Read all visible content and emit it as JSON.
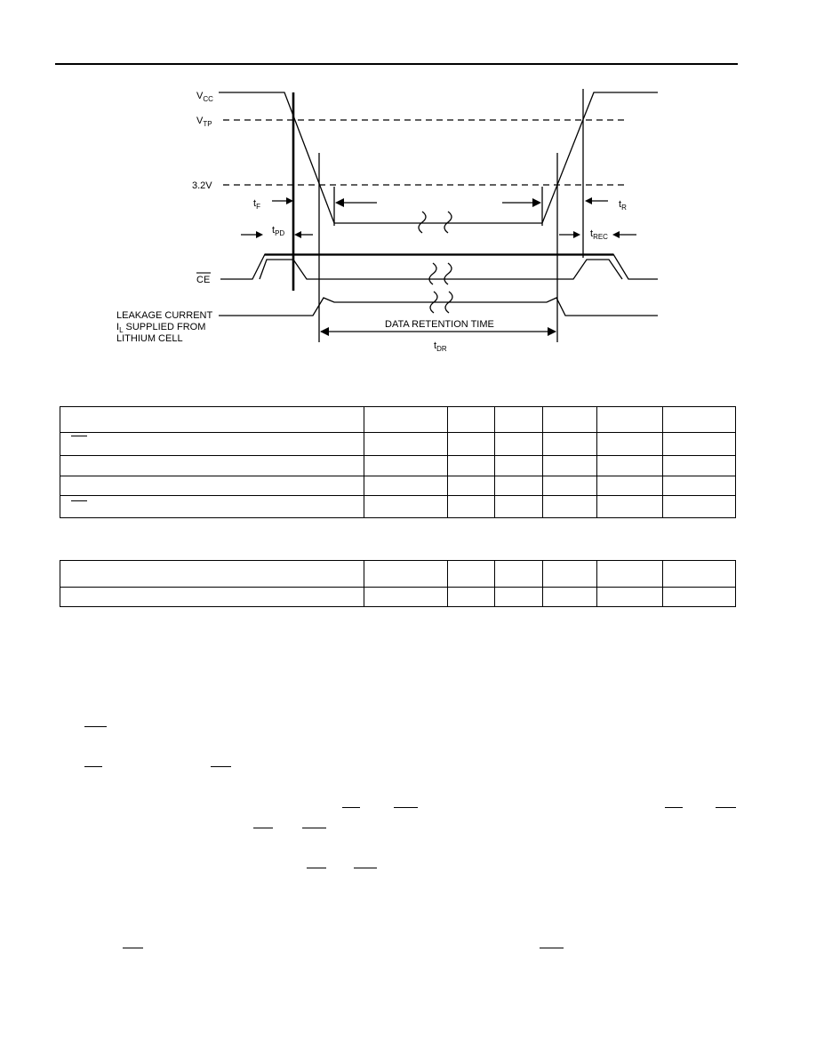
{
  "timing_diagram": {
    "labels": {
      "vcc": {
        "main": "V",
        "sub": "CC"
      },
      "vtp": {
        "main": "V",
        "sub": "TP"
      },
      "v32": "3.2V",
      "tf": {
        "main": "t",
        "sub": "F"
      },
      "tr": {
        "main": "t",
        "sub": "R"
      },
      "tpd": {
        "main": "t",
        "sub": "PD"
      },
      "trec": {
        "main": "t",
        "sub": "REC"
      },
      "ce": "CE",
      "leakage": [
        "LEAKAGE CURRENT",
        "SUPPLIED FROM",
        "LITHIUM CELL"
      ],
      "leakage_il": {
        "main": "I",
        "sub": "L"
      },
      "data_retention": "DATA RETENTION TIME",
      "tdr": {
        "main": "t",
        "sub": "DR"
      }
    }
  },
  "table1": {
    "rows": 5,
    "cols": 7
  },
  "table2": {
    "rows": 2,
    "cols": 7
  }
}
